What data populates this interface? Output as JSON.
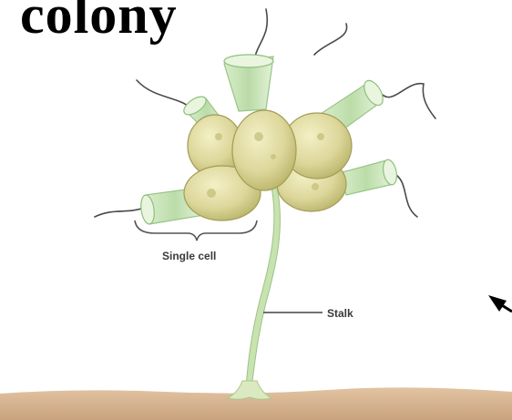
{
  "title": "colony",
  "labels": {
    "single_cell": "Single cell",
    "stalk": "Stalk"
  },
  "colors": {
    "cell_body": "#dcd79a",
    "collar": "#bfe0ad",
    "ground": "#d8b692",
    "stalk": "#c8e2b0",
    "label_line": "#4a4a4a"
  }
}
